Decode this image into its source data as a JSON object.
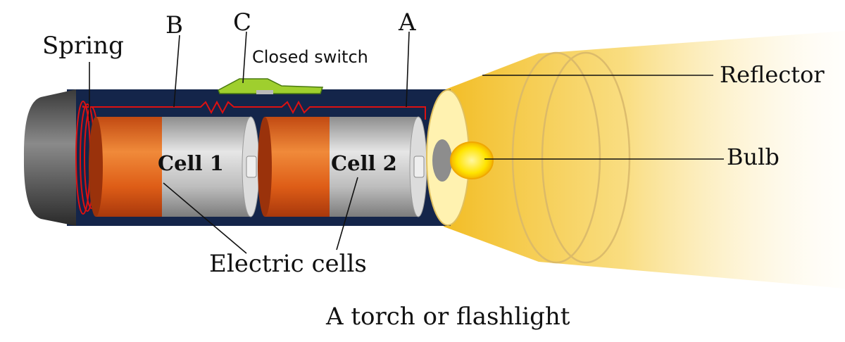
{
  "labels": {
    "spring": "Spring",
    "b": "B",
    "c": "C",
    "a": "A",
    "closed_switch": "Closed switch",
    "reflector": "Reflector",
    "bulb": "Bulb",
    "cell1": "Cell 1",
    "cell2": "Cell 2",
    "electric_cells": "Electric cells"
  },
  "caption": "A torch or flashlight",
  "colors": {
    "body": "#14254a",
    "wire": "#dd1111",
    "switch": "#9fcf2e",
    "cell_orange": "#e2631c",
    "cell_grey": "#c2c2c2",
    "bulb": "#ffe800",
    "beam": "#f5c93a"
  }
}
